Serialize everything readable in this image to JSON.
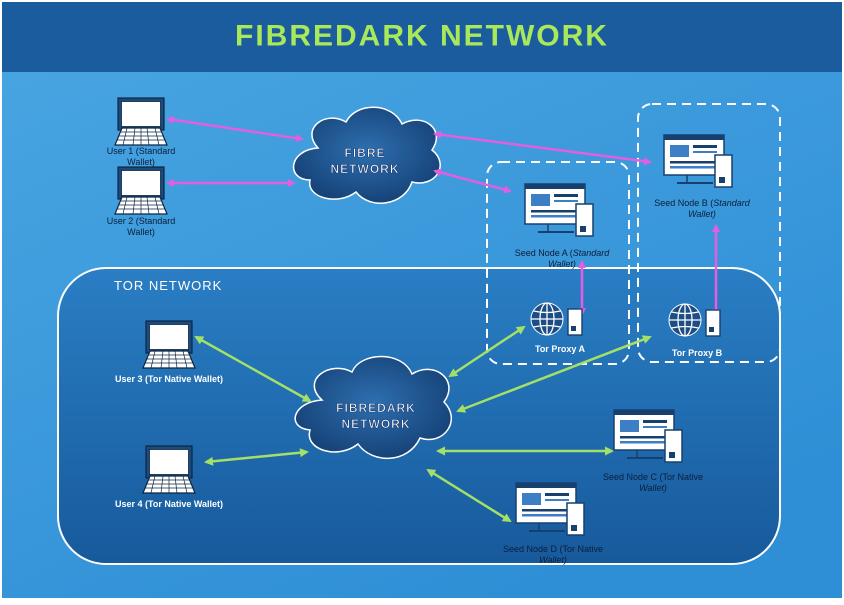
{
  "title": "FIBREDARK NETWORK",
  "tor_network_label": "TOR NETWORK",
  "clouds": {
    "fibre": [
      "FIBRE",
      "NETWORK"
    ],
    "fibredark": [
      "FIBREDARK",
      "NETWORK"
    ]
  },
  "nodes": {
    "user1": [
      "User 1 (Standard",
      "Wallet)"
    ],
    "user2": [
      "User 2 (Standard",
      "Wallet)"
    ],
    "user3": [
      "User 3 (Tor Native Wallet)"
    ],
    "user4": [
      "User 4 (Tor Native Wallet)"
    ],
    "seed_a": {
      "line1": "Seed Node A (",
      "line1_italic": "Standard",
      "line2": "Wallet)"
    },
    "seed_b": {
      "line1": "Seed Node B (",
      "line1_italic": "Standard",
      "line2": "Wallet)"
    },
    "seed_c": {
      "line1": "Seed Node C (Tor Native",
      "line2": "Wallet)"
    },
    "seed_d": {
      "line1": "Seed Node D (Tor Native",
      "line2": "Wallet)"
    },
    "proxy_a": "Tor Proxy A",
    "proxy_b": "Tor Proxy B"
  },
  "colors": {
    "title_text": "#a8e85a",
    "title_bar": "#1a5c9e",
    "background": "#3d9ad9",
    "tor_region": "#1e64a8",
    "cloud": "#1c5590",
    "arrow_standard": "#e35ee0",
    "arrow_tor": "#a4e068"
  }
}
